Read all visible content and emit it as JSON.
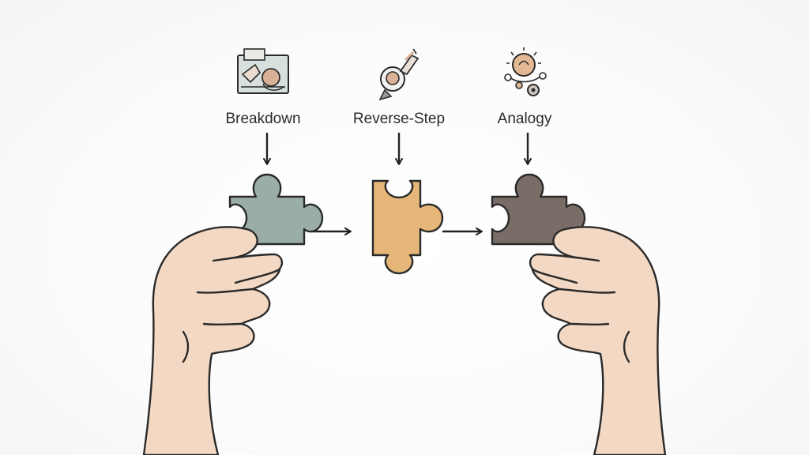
{
  "steps": [
    {
      "label": "Breakdown",
      "icon": "breakdown-illustration-icon",
      "color": "#9AADA8"
    },
    {
      "label": "Reverse-Step",
      "icon": "astronaut-rocket-icon",
      "color": "#E6B679"
    },
    {
      "label": "Analogy",
      "icon": "lightbulb-brain-icon",
      "color": "#7A6C66"
    }
  ],
  "colors": {
    "outline": "#222222",
    "skin": "#F3D9C3",
    "background": "#FBFBFB"
  }
}
